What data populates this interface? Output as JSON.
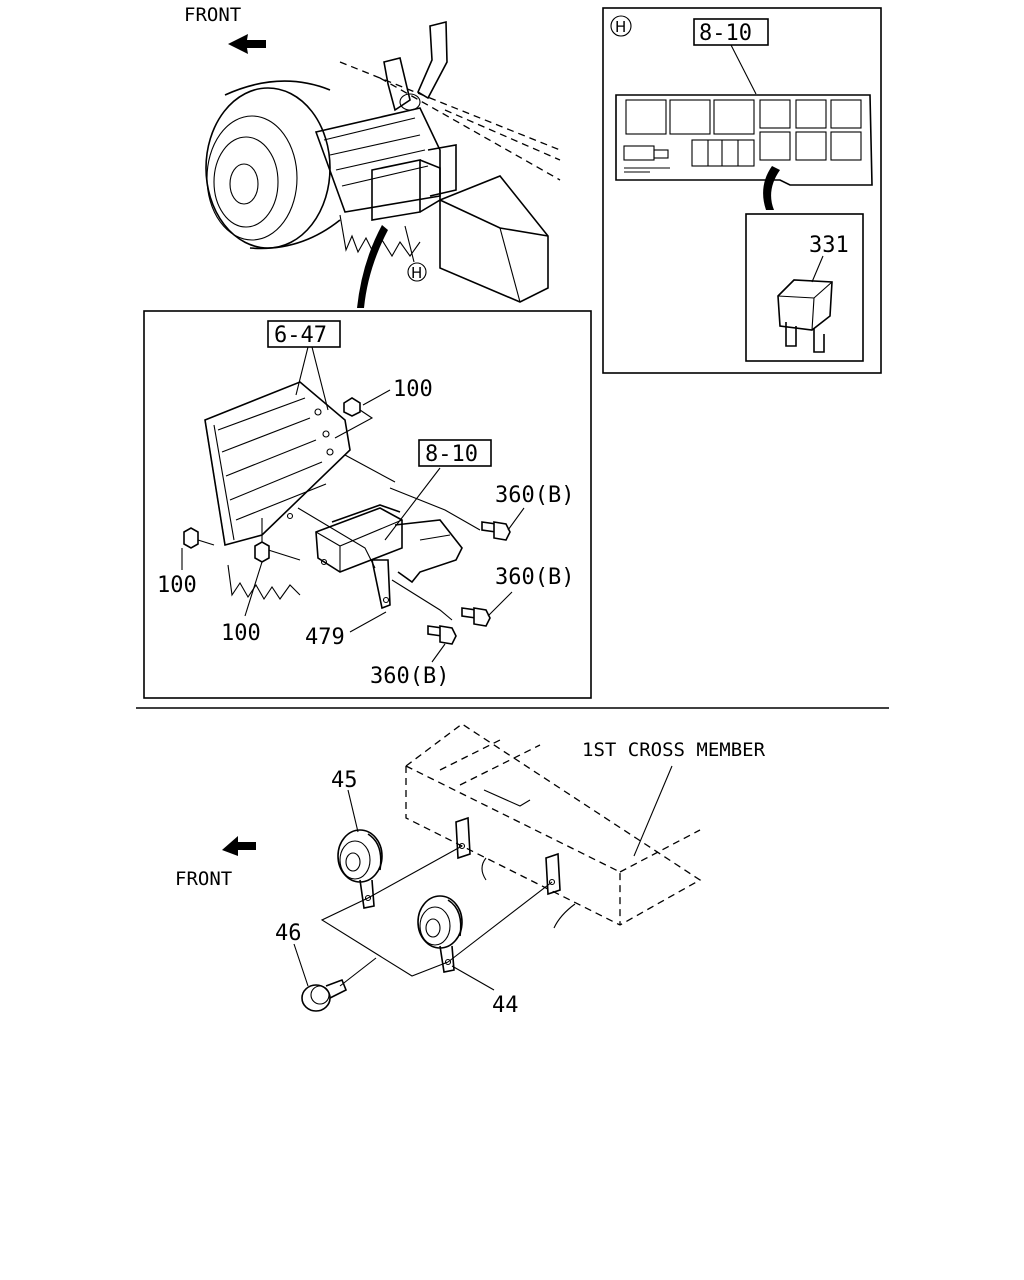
{
  "labels": {
    "front_top": "FRONT",
    "front_bottom": "FRONT",
    "cross_member": "1ST CROSS MEMBER",
    "ref_8_10_detail": "8-10",
    "ref_8_10_bracket": "8-10",
    "ref_6_47": "6-47",
    "detail_h": "H",
    "callout_h": "H",
    "p331": "331",
    "p100_a": "100",
    "p100_b": "100",
    "p100_c": "100",
    "p360b_a": "360(B)",
    "p360b_b": "360(B)",
    "p360b_c": "360(B)",
    "p479": "479",
    "p45": "45",
    "p46": "46",
    "p44": "44"
  }
}
